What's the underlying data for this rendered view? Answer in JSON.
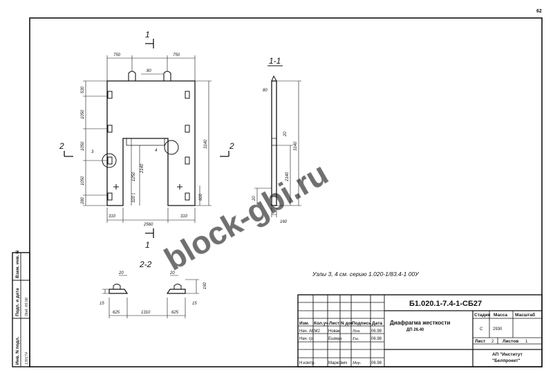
{
  "sheet": {
    "page_number": "62",
    "watermark": "block-gbi.ru",
    "note": "Узлы 3, 4 см. серию 1.020-1/83.4-1 00У"
  },
  "main_view": {
    "section_mark": "1",
    "section_mark_side": "2",
    "dims_top": [
      "750",
      "750",
      "80"
    ],
    "dims_left": [
      "530",
      "1050",
      "1050",
      "1050",
      "280"
    ],
    "dim_right": "3140",
    "dims_bottom": [
      "310",
      "2560",
      "310"
    ],
    "dims_inner": [
      "2140",
      "1250",
      "320",
      "600"
    ],
    "node_3": "3",
    "node_4": "4"
  },
  "section_view": {
    "title": "1-1",
    "dims": [
      "80",
      "3140",
      "2140",
      "20",
      "20",
      "160"
    ]
  },
  "section_2": {
    "title": "2-2",
    "dims": [
      "20",
      "20",
      "15",
      "15",
      "160",
      "625",
      "1310",
      "625"
    ]
  },
  "title_block": {
    "code": "Б1.020.1-7.4-1-СБ27",
    "name": "Диафрагма жесткости",
    "mark": "ДП 26.40",
    "col_headers": [
      "Изм.",
      "Кол.уч",
      "Лист",
      "N док",
      "Подпись",
      "Дата"
    ],
    "rows": [
      {
        "role": "Нач. АКМ2",
        "name": "Новак",
        "sign": "Нов.",
        "date": "06.98"
      },
      {
        "role": "Нач. гр.",
        "name": "Ешман",
        "sign": "Еш.",
        "date": "06.98"
      },
      {
        "role": "Н.контр.",
        "name": "Маркович",
        "sign": "Мар.",
        "date": "06.98"
      }
    ],
    "stage_header": "Стадия",
    "mass_header": "Масса",
    "scale_header": "Масштаб",
    "stage": "С",
    "mass": "2930",
    "sheet_label": "Лист",
    "sheet_no": "2",
    "sheets_label": "Листов",
    "sheets_total": "1",
    "org_line1": "АП \"Институт",
    "org_line2": "\"Белпроект\""
  },
  "side_stamp": {
    "labels": [
      "Инв. N подл.",
      "Подп. и дата",
      "Взам. инв. N"
    ],
    "values": [
      "139174",
      "Под. 09.98",
      ""
    ]
  }
}
